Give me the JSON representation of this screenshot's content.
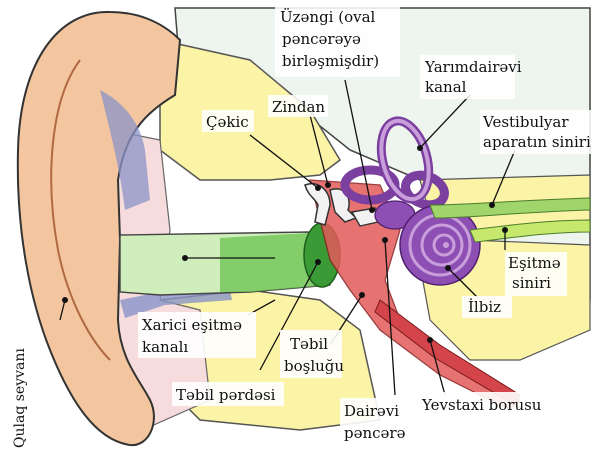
{
  "labels": {
    "stapes": [
      "Üzəngi (oval",
      "pəncərəyə",
      "birləşmişdir)"
    ],
    "semicircular": [
      "Yarımdairəvi",
      "kanal"
    ],
    "anvil": "Zindan",
    "hammer": "Çəkic",
    "vestibular_nerve": [
      "Vestibulyar",
      "aparatın siniri"
    ],
    "auditory_nerve": [
      "Eşitmə",
      "siniri"
    ],
    "ear_canal": [
      "Xarici eşitmə",
      "kanalı"
    ],
    "tympanic_cavity": [
      "Təbil",
      "boşluğu"
    ],
    "eardrum": "Təbil pərdəsi",
    "round_window": [
      "Dairəvi",
      "pəncərə"
    ],
    "cochlea": "İlbiz",
    "eustachian": "Yevstaxi borusu",
    "auricle": "Qulaq seyvanı"
  }
}
